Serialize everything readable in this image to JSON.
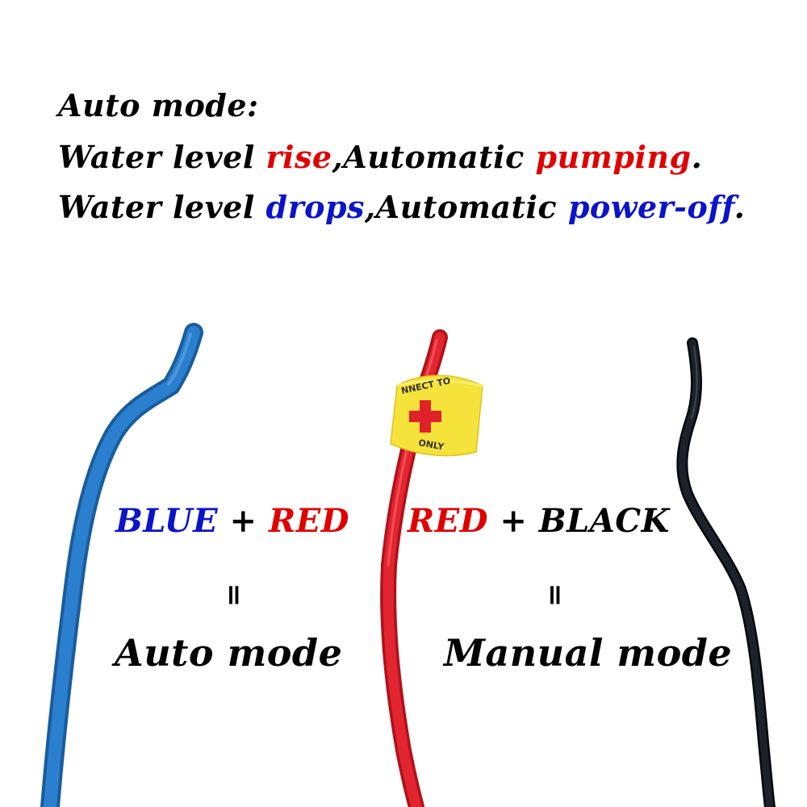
{
  "description": {
    "heading": "Auto mode:",
    "line1": {
      "part1": "Water level ",
      "rise": "rise",
      "part2": ",Automatic ",
      "pumping": "pumping",
      "end": "."
    },
    "line2": {
      "part1": "Water level ",
      "drops": "drops",
      "part2": ",Automatic ",
      "power_off": "power-off",
      "end": "."
    }
  },
  "combinations": {
    "auto": {
      "wire_a": "BLUE",
      "plus": " + ",
      "wire_b": "RED",
      "equals": "॥",
      "mode": "Auto mode"
    },
    "manual": {
      "wire_a": "RED",
      "plus": " + ",
      "wire_b": "BLACK",
      "equals": "॥",
      "mode": "Manual mode"
    }
  },
  "tag": {
    "top_text": "NNECT TO",
    "bottom_text": "ONLY"
  },
  "colors": {
    "blue_wire": "#1f6fb8",
    "red_wire": "#e0202a",
    "black_wire": "#111418",
    "tag_yellow": "#f5e23a",
    "text_red": "#e00000",
    "text_blue": "#0a14c8"
  }
}
